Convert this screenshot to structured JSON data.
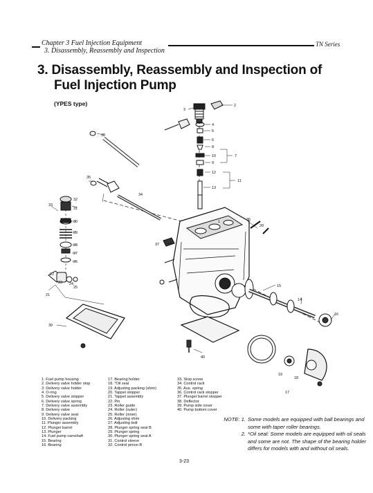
{
  "header": {
    "chapter": "Chapter 3  Fuel Injection Equipment",
    "section": "3.  Disassembly, Reassembly and Inspection",
    "series": "TN Series"
  },
  "title_line1": "3. Disassembly, Reassembly and Inspection of",
  "title_line2": "Fuel Injection Pump",
  "subtitle": "(YPES type)",
  "callouts": [
    "1",
    "2",
    "3",
    "4",
    "5",
    "6",
    "7",
    "8",
    "9",
    "10",
    "11",
    "12",
    "13",
    "14",
    "15",
    "16",
    "17",
    "18",
    "19",
    "20",
    "21",
    "22",
    "23",
    "24",
    "25",
    "26",
    "27",
    "28",
    "29",
    "30",
    "31",
    "32",
    "33",
    "34",
    "35",
    "36",
    "37",
    "38",
    "39",
    "40"
  ],
  "legend_col1": [
    "1. Fuel pump housing",
    "2. Delivery valve holder stop",
    "3. Delivery valve holder",
    "4. O-ring",
    "5. Delivery valve stopper",
    "6. Delivery valve spring",
    "7. Delivery valve assembly",
    "8. Delivery valve",
    "9. Delivery valve seat",
    "10. Delivery packing",
    "11. Plunger assembly",
    "12. Plunger barrel",
    "13. Plunger",
    "14. Fuel pump camshaft",
    "15. Bearing",
    "16. Bearing"
  ],
  "legend_col2": [
    "17. Bearing holder",
    "18. *Oil seal",
    "19. Adjusting packing (shim)",
    "20. Tappet stopper",
    "21. Tappet assembly",
    "22. Pin",
    "23. Roller guide",
    "24. Roller (outer)",
    "25. Roller (inner)",
    "26. Adjusting shim",
    "27. Adjusting bolt",
    "28. Plunger spring seat B",
    "29. Plunger spring",
    "30. Plunger spring seat A",
    "31. Control sleeve",
    "32. Control pinion B"
  ],
  "legend_col3": [
    "33. Stop screw",
    "34. Control rack",
    "35. Aux. spring",
    "36. Control rack stopper",
    "37. Plunger barrel stopper",
    "38. Deflector",
    "39. Pump side cover",
    "40. Pump bottom cover"
  ],
  "notes": {
    "prefix": "NOTE:",
    "n1_label": "1.",
    "n1": "Some models are equipped with ball bearings and some with taper roller bearings.",
    "n2_label": "2.",
    "n2": "*Oil seal: Some models are equipped with oil seals and some are not. The shape of the bearing holder differs for models with and without oil seals."
  },
  "page_number": "3-23"
}
